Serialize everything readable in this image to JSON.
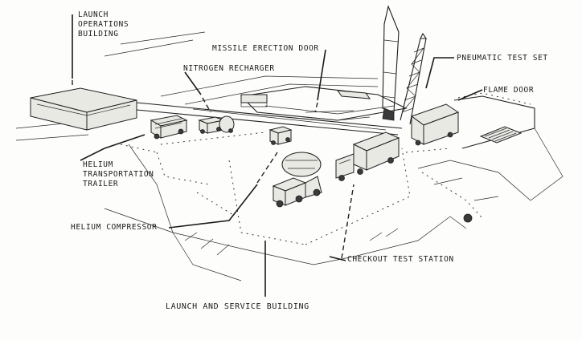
{
  "labels": {
    "launch_operations_building": "LAUNCH OPERATIONS BUILDING",
    "missile_erection_door": "MISSILE ERECTION DOOR",
    "nitrogen_recharger": "NITROGEN RECHARGER",
    "pneumatic_test_set": "PNEUMATIC TEST SET",
    "flame_door": "FLAME DOOR",
    "helium_transportation_trailer": "HELIUM TRANSPORTATION TRAILER",
    "helium_compressor": "HELIUM COMPRESSOR",
    "checkout_test_station": "CHECKOUT TEST STATION",
    "launch_and_service_building": "LAUNCH AND SERVICE BUILDING"
  }
}
